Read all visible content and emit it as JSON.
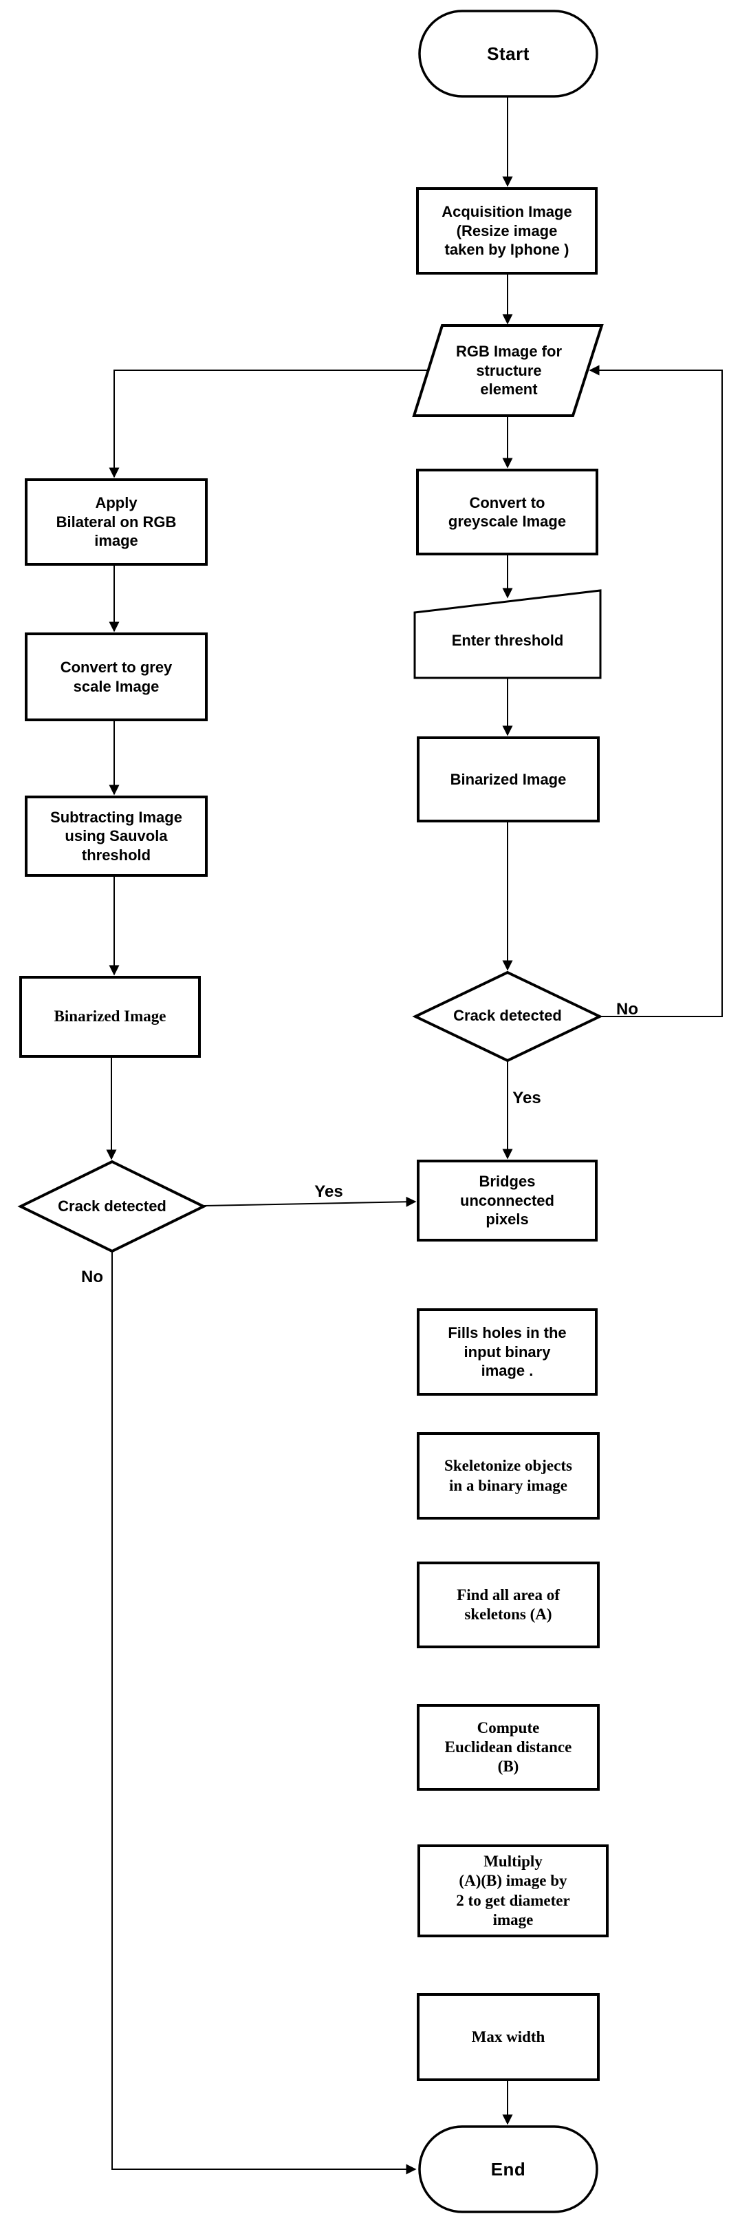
{
  "flowchart": {
    "colors": {
      "background": "#ffffff",
      "line": "#000000",
      "text": "#000000"
    },
    "nodes": {
      "start": {
        "shape": "terminator",
        "label": "Start"
      },
      "acquisition": {
        "shape": "process",
        "label": "Acquisition Image\n(Resize image\ntaken by Iphone )"
      },
      "rgb_structure": {
        "shape": "data",
        "label": "RGB Image for\nstructure\nelement"
      },
      "apply_bilateral": {
        "shape": "process",
        "label": "Apply\nBilateral on RGB\nimage"
      },
      "convert_grey_left": {
        "shape": "process",
        "label": "Convert to grey\nscale Image"
      },
      "subtract_sauvola": {
        "shape": "process",
        "label": "Subtracting Image\nusing Sauvola\nthreshold"
      },
      "binarized_left": {
        "shape": "process",
        "label": "Binarized Image"
      },
      "crack_left": {
        "shape": "decision",
        "label": "Crack detected"
      },
      "convert_greyscale_right": {
        "shape": "process",
        "label": "Convert to\ngreyscale Image"
      },
      "enter_threshold": {
        "shape": "manual-input",
        "label": "Enter threshold"
      },
      "binarized_right": {
        "shape": "process",
        "label": "Binarized Image"
      },
      "crack_right": {
        "shape": "decision",
        "label": "Crack detected"
      },
      "bridges": {
        "shape": "process",
        "label": "Bridges\nunconnected\npixels"
      },
      "fills_holes": {
        "shape": "process",
        "label": "Fills holes in the\ninput binary\nimage ."
      },
      "skeletonize": {
        "shape": "process",
        "label": "Skeletonize objects\nin a binary image"
      },
      "find_area": {
        "shape": "process",
        "label": "Find all area of\nskeletons (A)"
      },
      "compute_euclidean": {
        "shape": "process",
        "label": "Compute\nEuclidean distance\n(B)"
      },
      "multiply": {
        "shape": "process",
        "label": "Multiply\n(A)(B) image by\n2 to get diameter\nimage"
      },
      "max_width": {
        "shape": "process",
        "label": "Max width"
      },
      "end": {
        "shape": "terminator",
        "label": "End"
      }
    },
    "edge_labels": {
      "left_yes": "Yes",
      "left_no": "No",
      "right_yes": "Yes",
      "right_no": "No"
    }
  }
}
